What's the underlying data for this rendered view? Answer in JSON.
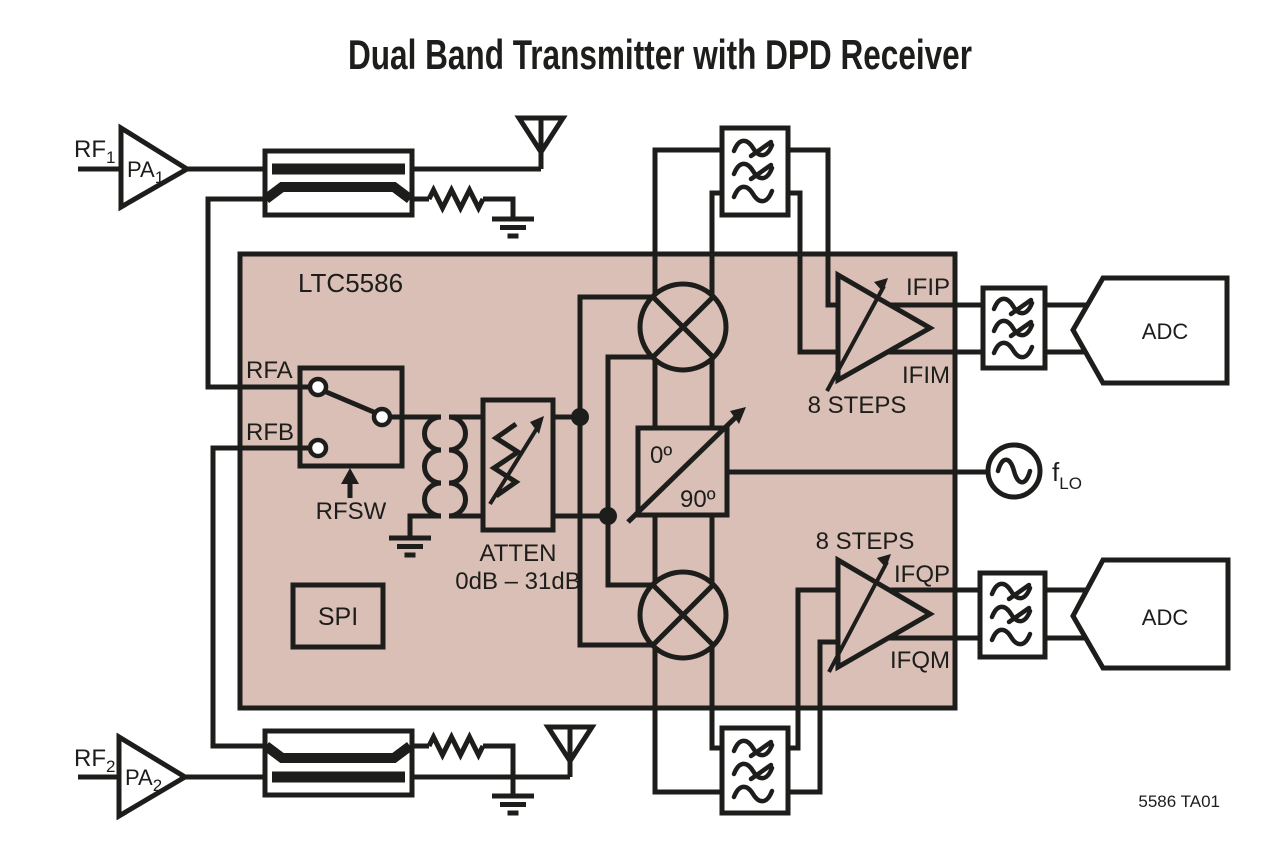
{
  "title": "Dual Band Transmitter with DPD Receiver",
  "colors": {
    "chip_fill": "#d9bfb5",
    "line": "#1d1d1b",
    "background": "#ffffff"
  },
  "inputs": {
    "rf1": {
      "base": "RF",
      "sub": "1"
    },
    "pa1": {
      "base": "PA",
      "sub": "1"
    },
    "rf2": {
      "base": "RF",
      "sub": "2"
    },
    "pa2": {
      "base": "PA",
      "sub": "2"
    }
  },
  "chip": {
    "name": "LTC5586",
    "rfa": "RFA",
    "rfb": "RFB",
    "rfsw": "RFSW",
    "atten": "ATTEN",
    "atten_range": "0dB – 31dB",
    "spi": "SPI",
    "deg0": "0º",
    "deg90": "90º",
    "steps_i": "8 STEPS",
    "steps_q": "8 STEPS",
    "ifip": "IFIP",
    "ifim": "IFIM",
    "ifqp": "IFQP",
    "ifqm": "IFQM"
  },
  "right": {
    "adc_i": "ADC",
    "adc_q": "ADC",
    "flo": {
      "base": "f",
      "sub": "LO"
    }
  },
  "footer": "5586 TA01"
}
